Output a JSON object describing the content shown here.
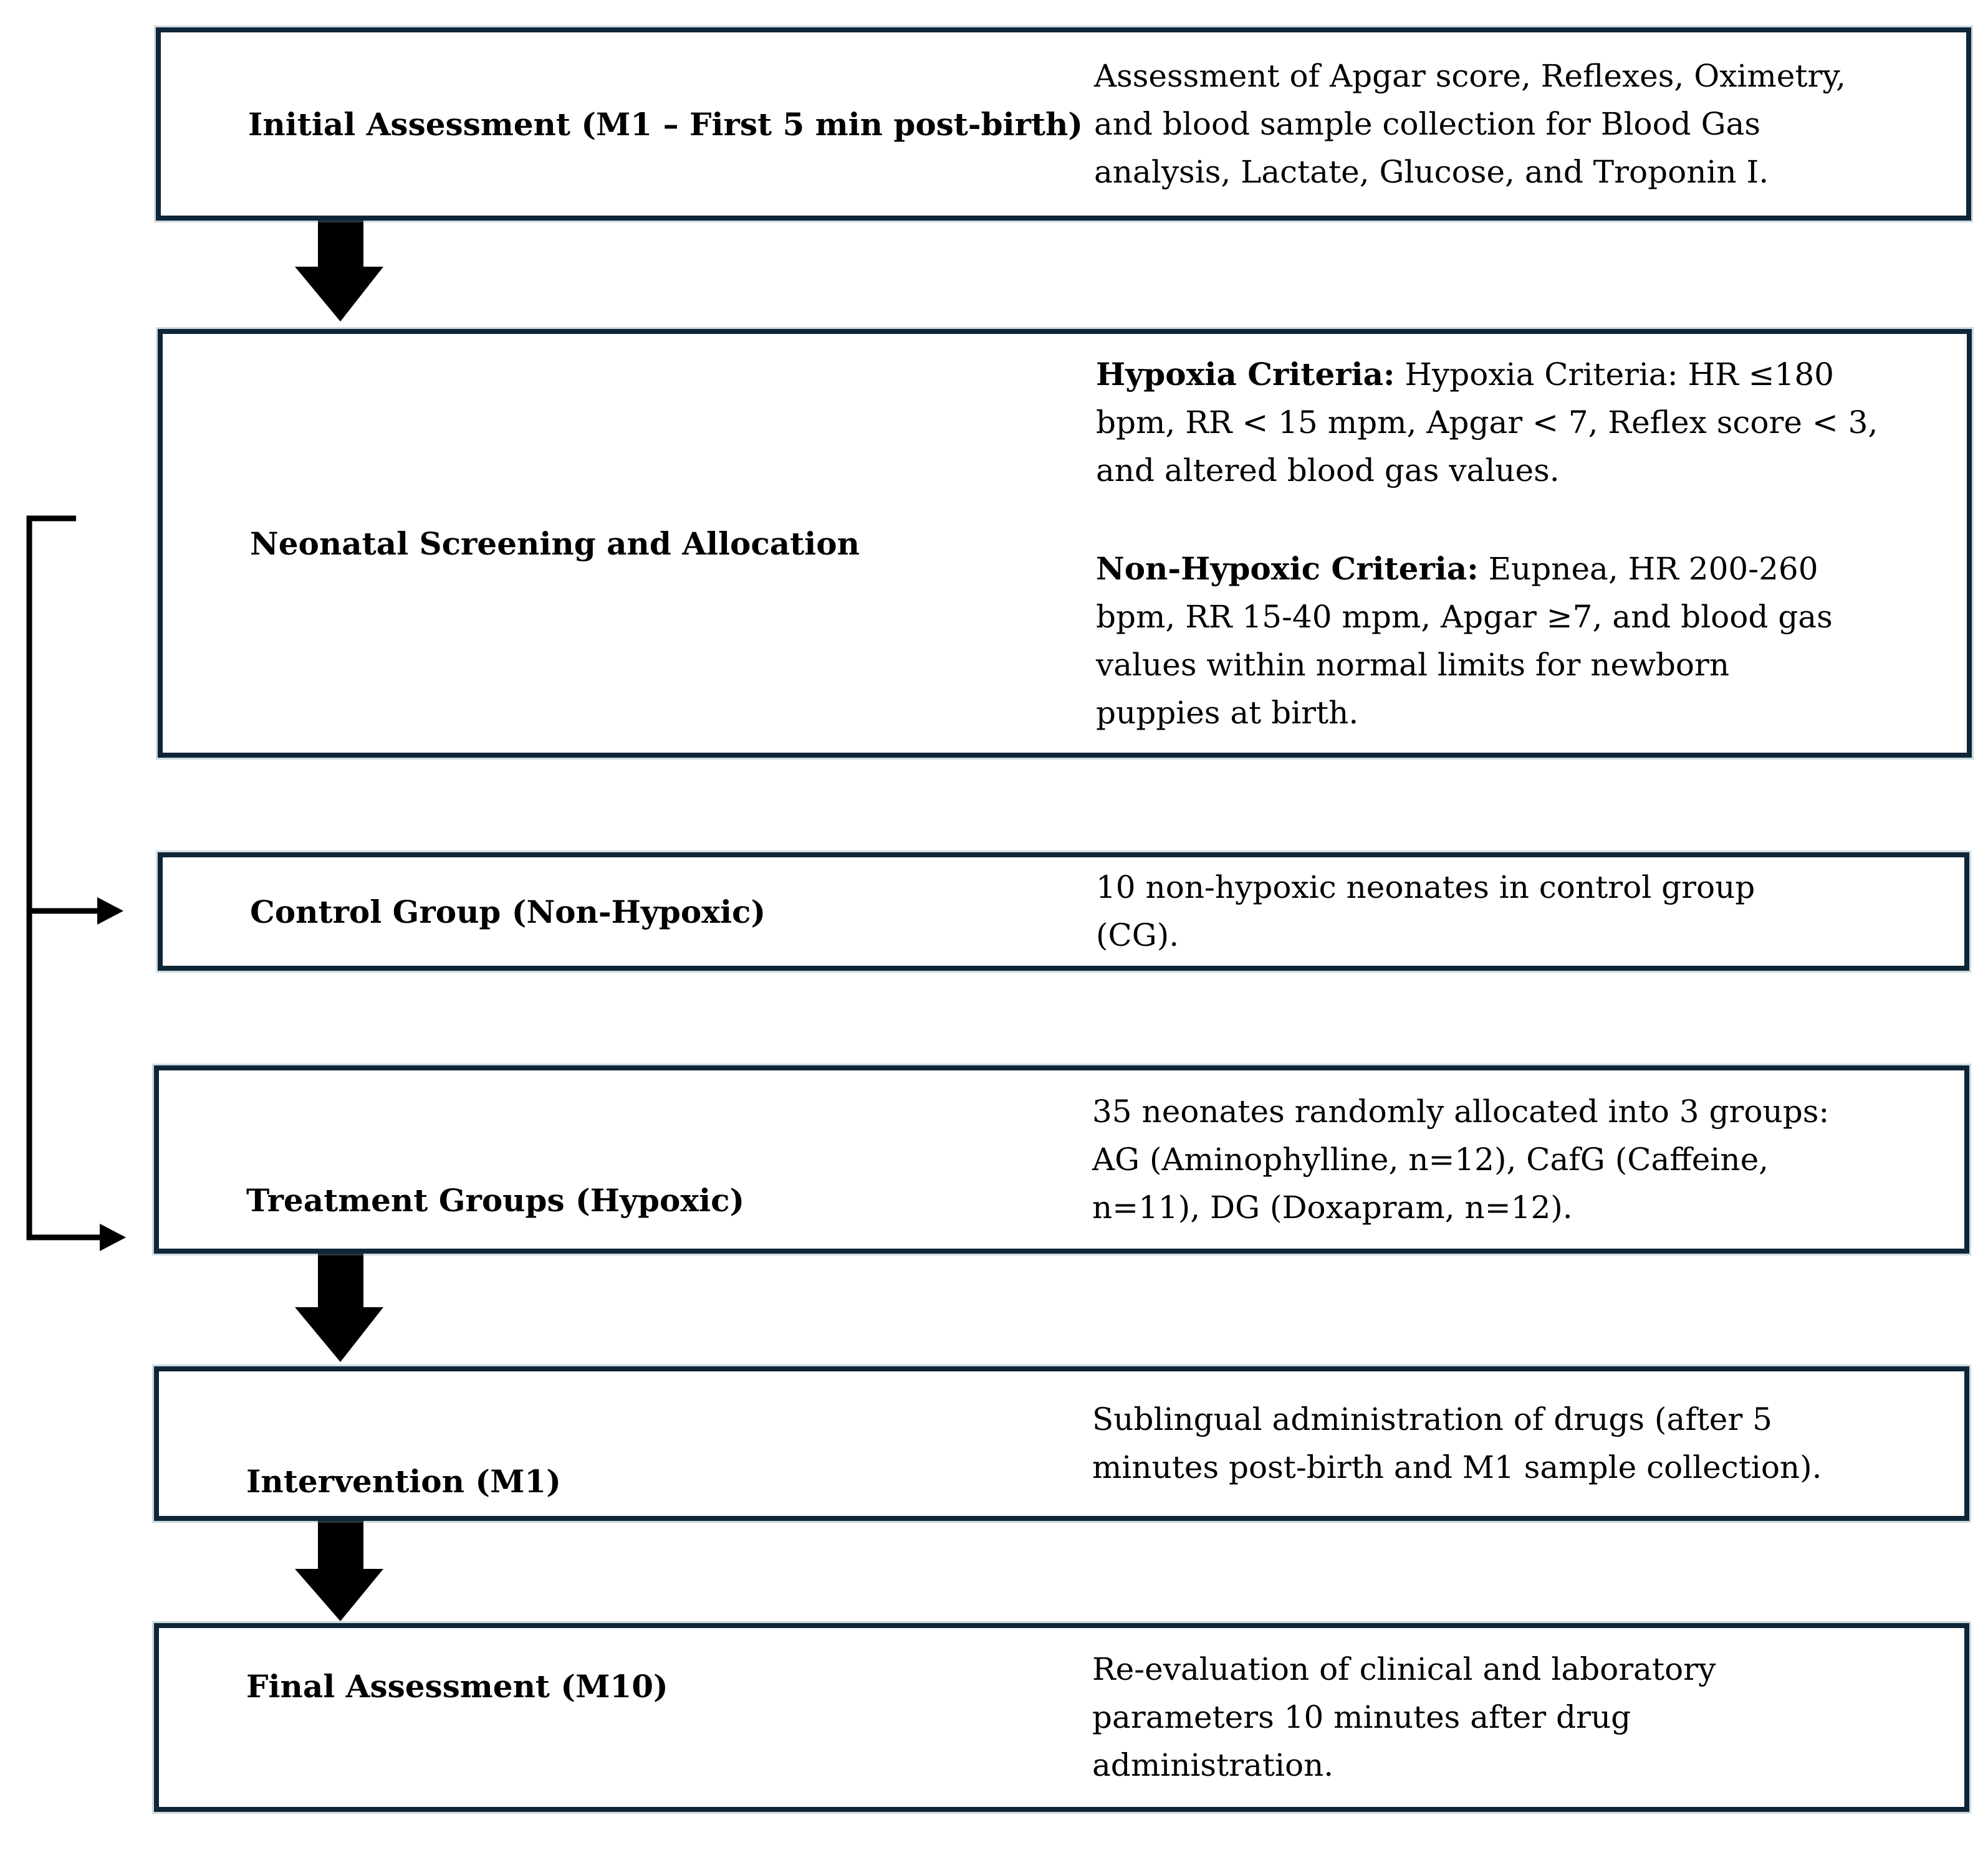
{
  "colors": {
    "border": "#0e2637",
    "arrow": "#000000",
    "background": "#ffffff",
    "text": "#000000"
  },
  "boxes": [
    {
      "title": "Initial Assessment (M1 – First 5 min post-birth)",
      "desc": "Assessment of Apgar score, Reflexes, Oximetry,\nand blood sample collection for Blood Gas\nanalysis, Lactate, Glucose, and Troponin I."
    },
    {
      "title": "Neonatal Screening and Allocation",
      "para1_lead": "Hypoxia Criteria:",
      "para1_text": " Hypoxia Criteria: HR ≤180\nbpm, RR < 15 mpm, Apgar < 7, Reflex score < 3,\nand altered blood gas values.",
      "para2_lead": "Non-Hypoxic Criteria:",
      "para2_text": " Eupnea, HR 200-260\nbpm, RR 15-40 mpm, Apgar ≥7, and blood gas\nvalues within normal limits for newborn\npuppies at birth."
    },
    {
      "title": "Control Group (Non-Hypoxic)",
      "desc": "10 non-hypoxic neonates in control group\n(CG)."
    },
    {
      "title": "Treatment Groups (Hypoxic)",
      "desc": "35 neonates randomly allocated into 3 groups:\nAG (Aminophylline, n=12), CafG (Caffeine,\nn=11), DG (Doxapram, n=12)."
    },
    {
      "title": "Intervention (M1)",
      "desc": "Sublingual administration of drugs (after 5\nminutes post-birth and M1 sample collection)."
    },
    {
      "title": "Final Assessment (M10)",
      "desc": "Re-evaluation of clinical and laboratory\nparameters 10 minutes after drug\nadministration."
    }
  ]
}
